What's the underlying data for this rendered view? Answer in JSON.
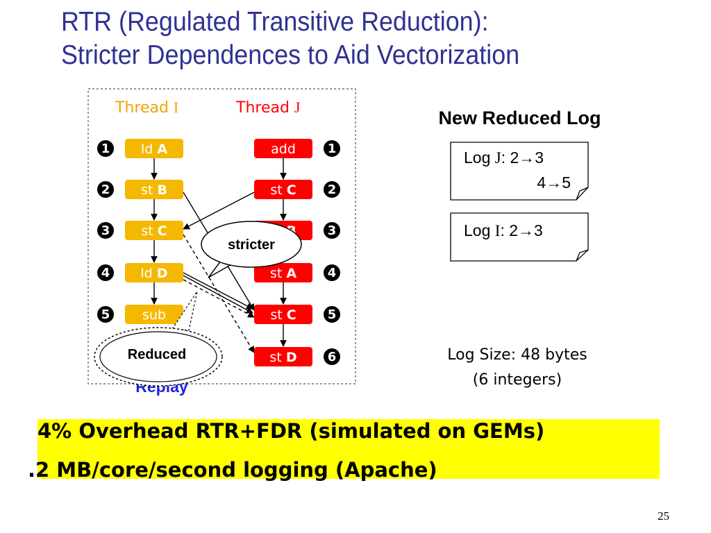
{
  "title": {
    "line1": "RTR (Regulated Transitive Reduction):",
    "line2": "Stricter Dependences to Aid Vectorization"
  },
  "threads": {
    "i": {
      "label": "Thread ",
      "id": "I",
      "color": "#f0a400"
    },
    "j": {
      "label": "Thread ",
      "id": "J",
      "color": "#ff0000"
    }
  },
  "thread_i_ops": [
    {
      "op": "ld",
      "arg": "A"
    },
    {
      "op": "st",
      "arg": "B"
    },
    {
      "op": "st",
      "arg": "C"
    },
    {
      "op": "ld",
      "arg": "D"
    },
    {
      "op": "sub",
      "arg": ""
    }
  ],
  "thread_j_ops": [
    {
      "op": "add",
      "arg": ""
    },
    {
      "op": "st",
      "arg": "C"
    },
    {
      "op": "st",
      "arg": "B"
    },
    {
      "op": "st",
      "arg": "A"
    },
    {
      "op": "st",
      "arg": "C"
    },
    {
      "op": "st",
      "arg": "D"
    }
  ],
  "thread_i_numbers": [
    "1",
    "2",
    "3",
    "4",
    "5"
  ],
  "thread_j_numbers": [
    "1",
    "2",
    "3",
    "4",
    "5",
    "6"
  ],
  "callouts": {
    "stricter": "stricter",
    "reduced": "Reduced",
    "replay": "Replay"
  },
  "new_log": {
    "heading": "New Reduced Log",
    "log_j_prefix": "Log ",
    "log_j_id": "J",
    "log_j_line1": ": 2→3",
    "log_j_line2": "4→5",
    "log_i_prefix": "Log ",
    "log_i_id": "I",
    "log_i_line1": ": 2→3"
  },
  "log_size": {
    "line1": "Log Size: 48 bytes",
    "line2": "(6 integers)"
  },
  "highlight_lines": {
    "line1": "4% Overhead RTR+FDR (simulated on GEMs)",
    "line2": ".2 MB/core/second logging  (Apache)"
  },
  "page_number": "25",
  "colors": {
    "title": "#2e3192",
    "thread_i_box": "#f5b800",
    "thread_j_box": "#ff0000",
    "highlight": "#ffff00"
  }
}
